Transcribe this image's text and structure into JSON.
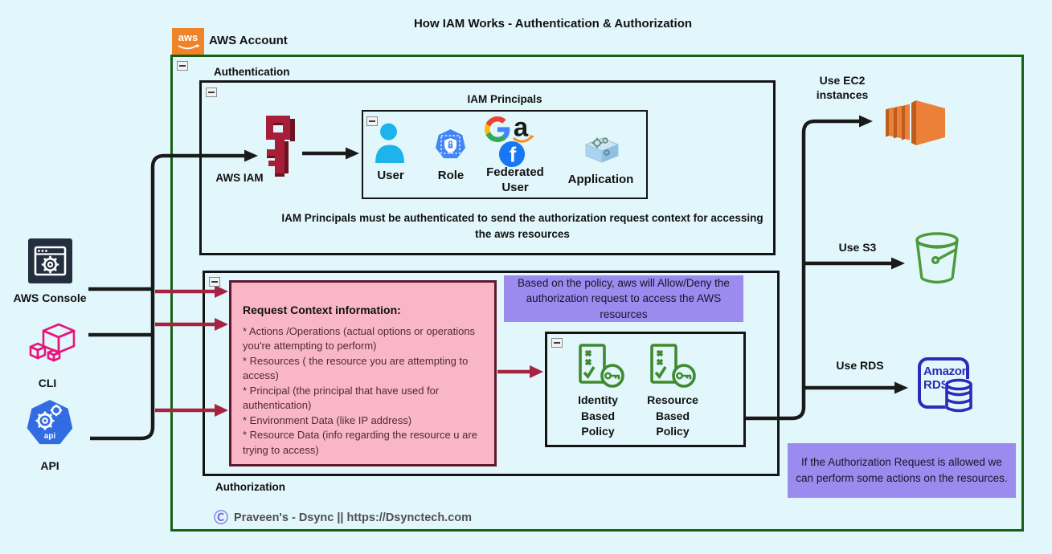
{
  "title": "How IAM Works - Authentication & Authorization",
  "account": {
    "label": "AWS Account",
    "logo_text": "aws"
  },
  "clients": [
    {
      "label": "AWS Console",
      "icon": "console-window-gear-icon"
    },
    {
      "label": "CLI",
      "icon": "cubes-icon"
    },
    {
      "label": "API",
      "icon": "api-heptagon-gears-icon"
    }
  ],
  "authentication": {
    "label": "Authentication",
    "iam_label": "AWS IAM",
    "principals": {
      "label": "IAM Principals",
      "items": [
        {
          "label": "User",
          "icon": "user-icon"
        },
        {
          "label": "Role",
          "icon": "role-shield-lock-icon"
        },
        {
          "label": "Federated User",
          "icon": "google-amazon-facebook-icons"
        },
        {
          "label": "Application",
          "icon": "application-box-icon"
        }
      ]
    },
    "caption": "IAM Principals must be authenticated to send the authorization request context for accessing the aws resources"
  },
  "authorization": {
    "label": "Authorization",
    "request_context": {
      "title": "Request Context information:",
      "items": [
        "* Actions /Operations (actual options or operations you're attempting to perform)",
        "* Resources ( the resource you are attempting to access)",
        "* Principal (the principal that have used for authentication)",
        "* Environment Data (like IP address)",
        "* Resource Data (info regarding the resource u are trying to access)"
      ]
    },
    "policy_note": "Based on the policy, aws will Allow/Deny the authorization request to access the AWS resources",
    "policies": [
      {
        "label": "Identity Based Policy",
        "icon": "policy-checklist-key-icon"
      },
      {
        "label": "Resource Based Policy",
        "icon": "policy-checklist-key-icon"
      }
    ]
  },
  "resources": [
    {
      "label": "Use EC2 instances",
      "icon": "ec2-instances-icon"
    },
    {
      "label": "Use S3",
      "icon": "s3-bucket-icon"
    },
    {
      "label": "Use RDS",
      "icon": "rds-database-icon"
    }
  ],
  "result_note": "If the Authorization Request is allowed we can perform some actions on the resources.",
  "footer": {
    "symbol": "Ⓒ",
    "text": "Praveen's - Dsync || https://Dsynctech.com"
  },
  "icons_text": {
    "aws_logo": "aws",
    "api": "api",
    "amazon_a": "a",
    "facebook_f": "f",
    "rds_line1": "Amazon",
    "rds_line2": "RDS"
  },
  "colors": {
    "background": "#E2F7FB",
    "account_border_green": "#176117",
    "box_border_black": "#141414",
    "pink_fill": "#F9B6C5",
    "pink_border": "#5E192C",
    "purple_fill": "#9C8BEF",
    "arrow_red": "#A62441",
    "arrow_black": "#1A1A1A",
    "aws_orange": "#F08329",
    "iam_key_red": "#A61E37",
    "policy_green": "#3F8A2F",
    "s3_green": "#4C9A3C",
    "rds_blue": "#2B2BB8",
    "ec2_orange": "#ED8038",
    "cli_pink": "#E7157B",
    "api_blue": "#326CE5",
    "user_cyan": "#1CB4EA",
    "console_navy": "#232F3E"
  }
}
